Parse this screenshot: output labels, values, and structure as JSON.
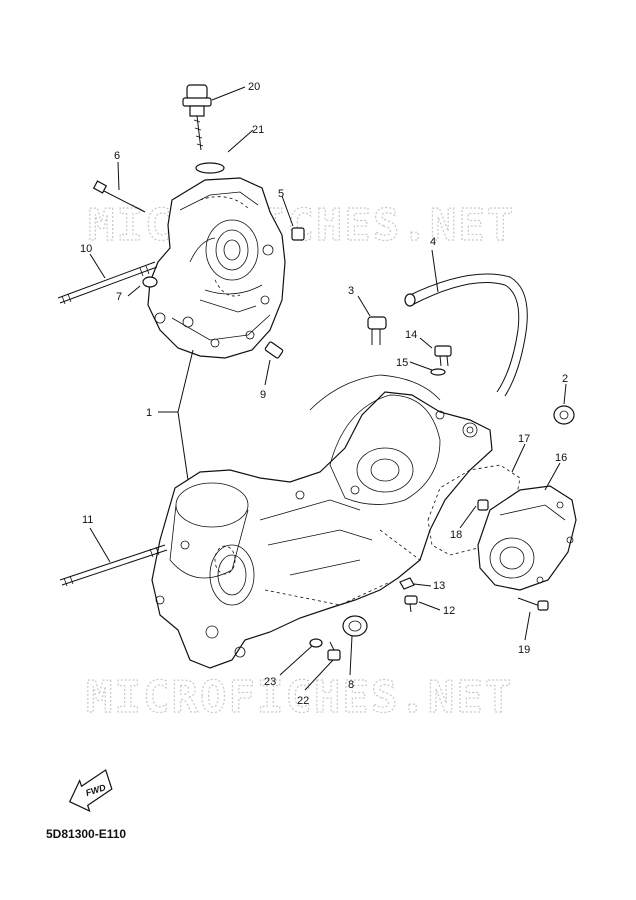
{
  "watermarks": [
    "MICROFICHES.NET",
    "MICROFICHES.NET"
  ],
  "diagram_code": "5D81300-E110",
  "fwd_label": "FWD",
  "callouts": {
    "c1": "1",
    "c2": "2",
    "c3": "3",
    "c4": "4",
    "c5": "5",
    "c6": "6",
    "c7": "7",
    "c8": "8",
    "c9": "9",
    "c10": "10",
    "c11": "11",
    "c12": "12",
    "c13": "13",
    "c14": "14",
    "c15": "15",
    "c16": "16",
    "c17": "17",
    "c18": "18",
    "c19": "19",
    "c20": "20",
    "c21": "21",
    "c22": "22",
    "c23": "23"
  }
}
